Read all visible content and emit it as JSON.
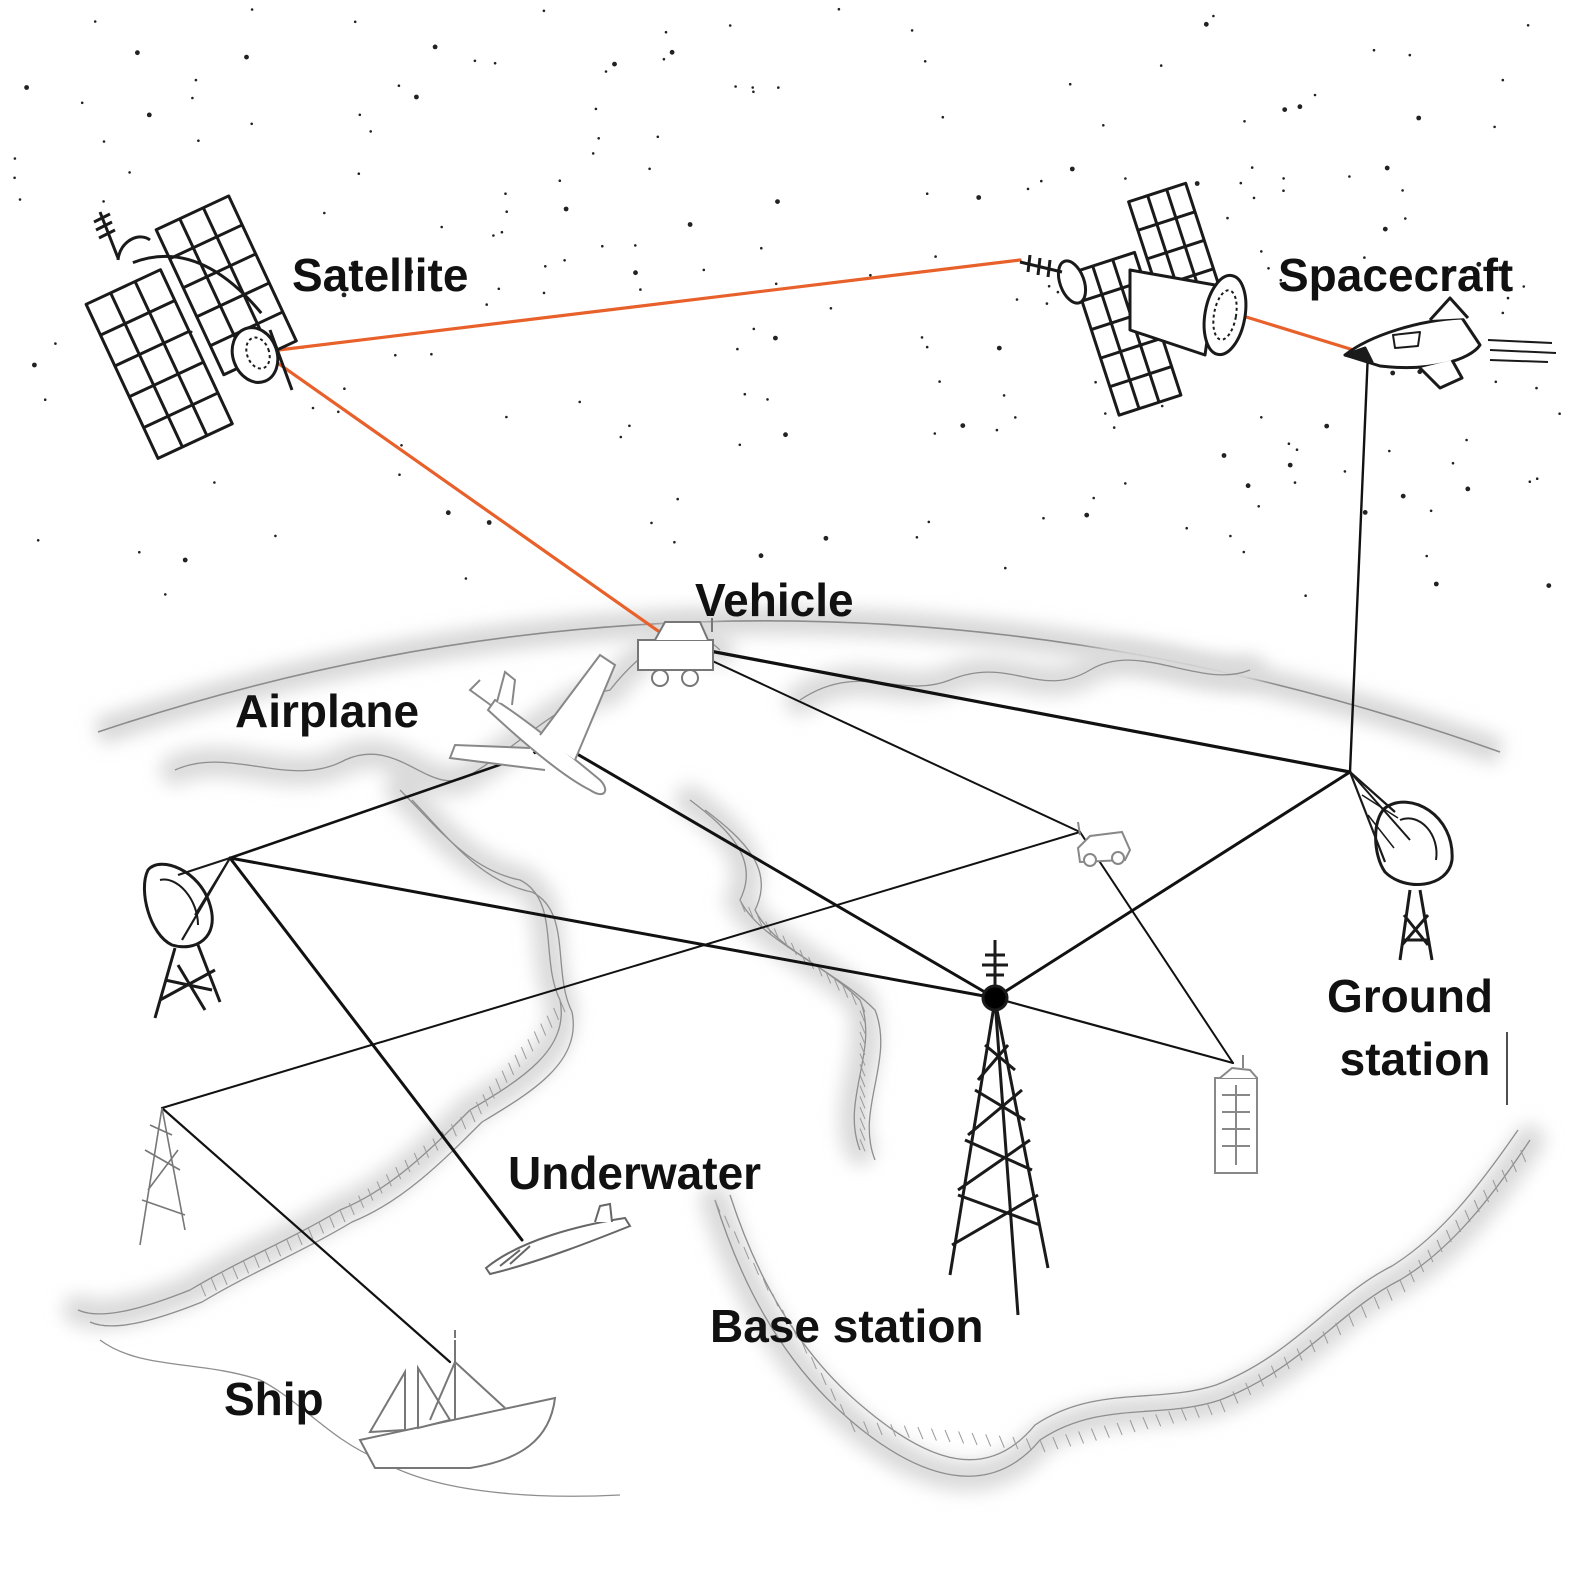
{
  "labels": {
    "satellite": "Satellite",
    "spacecraft": "Spacecraft",
    "vehicle": "Vehicle",
    "airplane": "Airplane",
    "ground_station_line1": "Ground",
    "ground_station_line2": "station",
    "underwater": "Underwater",
    "base_station": "Base station",
    "ship": "Ship"
  },
  "colors": {
    "space_link": "#e8602a",
    "ground_link": "#111111",
    "sketch": "#1a1a1a",
    "map_lines": "#9a9a9a",
    "map_shadow": "#d9d9d9",
    "background": "#ffffff"
  },
  "icons": [
    "satellite-icon",
    "relay-satellite-icon",
    "spacecraft-icon",
    "vehicle-icon",
    "airplane-icon",
    "ground-station-dish-icon",
    "left-dish-icon",
    "base-station-tower-icon",
    "building-icon",
    "car-icon",
    "mast-icon",
    "underwater-vehicle-icon",
    "ship-icon"
  ]
}
